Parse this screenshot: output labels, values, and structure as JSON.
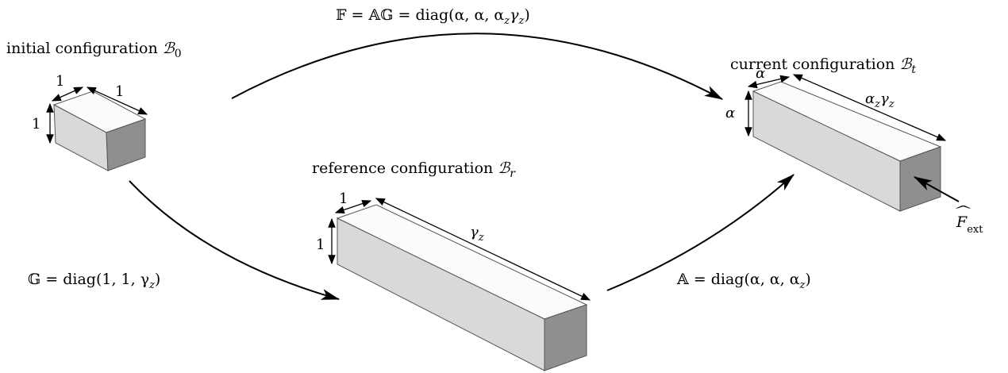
{
  "diagram": {
    "colors": {
      "top_face": "#fbfbfb",
      "front_face": "#d9d9d9",
      "end_face": "#8f8f8f",
      "stroke": "#555555",
      "arrow": "#000000"
    },
    "configurations": {
      "initial": {
        "text": "initial configuration ",
        "symbol": "ℬ",
        "subscript": "0",
        "dims": {
          "width": "1",
          "depth": "1",
          "height": "1"
        }
      },
      "reference": {
        "text": "reference configuration ",
        "symbol": "ℬ",
        "subscript": "r",
        "dims": {
          "width": "1",
          "length": "γ",
          "length_sub": "z",
          "height": "1"
        }
      },
      "current": {
        "text": "current configuration ",
        "symbol": "ℬ",
        "subscript": "t",
        "dims": {
          "width": "α",
          "length_a": "α",
          "length_a_sub": "z",
          "length_b": "γ",
          "length_b_sub": "z",
          "height": "α"
        }
      }
    },
    "maps": {
      "F": "𝔽 = 𝔸𝔾 = diag(α, α, α",
      "F_sub1": "z",
      "F_mid": "γ",
      "F_sub2": "z",
      "F_end": ")",
      "G": "𝔾 = diag(1, 1, γ",
      "G_sub": "z",
      "G_end": ")",
      "A": "𝔸 = diag(α, α, α",
      "A_sub": "z",
      "A_end": ")"
    },
    "force": {
      "symbol": "F",
      "hat": "^",
      "subscript": "ext"
    }
  }
}
